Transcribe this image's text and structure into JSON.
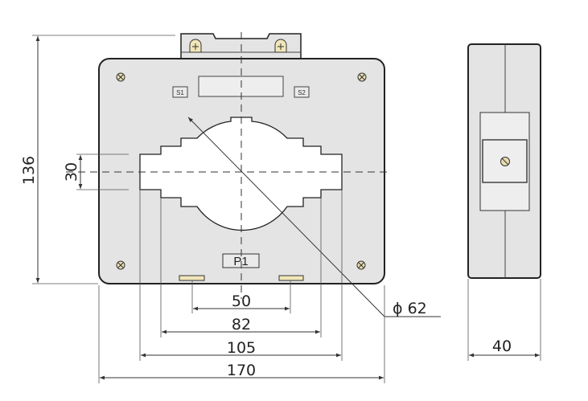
{
  "drawing": {
    "front_view": {
      "terminal_labels": [
        "S1",
        "S2"
      ],
      "primary_label": "P1"
    },
    "dimensions": {
      "height": "136",
      "window_height": "30",
      "pitch_50": "50",
      "pitch_82": "82",
      "window_105": "105",
      "width": "170",
      "diameter": "ϕ 62",
      "depth": "40"
    },
    "colors": {
      "body": "#e4e4e4",
      "outline": "#222222",
      "screw": "#e8dcb0"
    }
  }
}
